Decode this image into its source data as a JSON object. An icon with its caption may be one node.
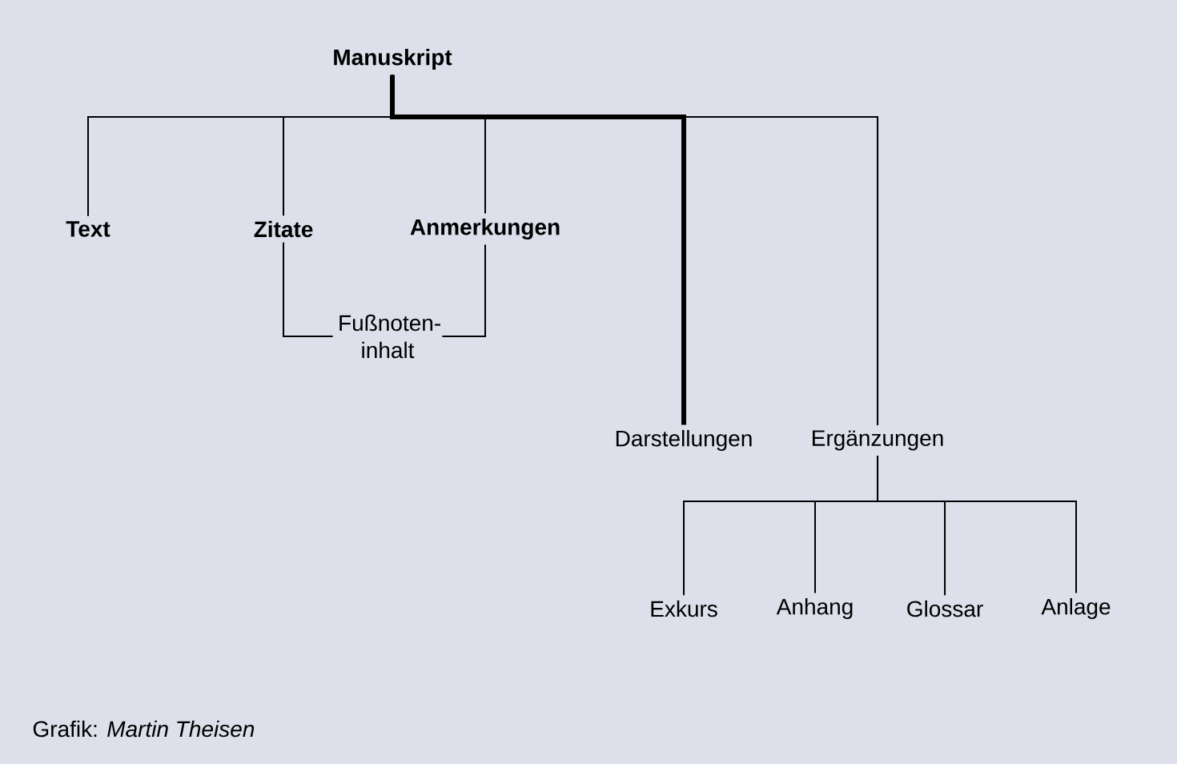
{
  "diagram": {
    "nodes": [
      {
        "text": [
          "Manuskript"
        ]
      },
      {
        "text": [
          "Text"
        ]
      },
      {
        "text": [
          "Zitate"
        ]
      },
      {
        "text": [
          "Anmerkungen"
        ]
      },
      {
        "text": [
          "Fußnoten- inhalt"
        ]
      },
      {
        "text": [
          "Darstellungen"
        ]
      },
      {
        "text": [
          "Ergänzungen"
        ]
      },
      {
        "text": [
          "Exkurs"
        ]
      },
      {
        "text": [
          "Anhang"
        ]
      },
      {
        "text": [
          "Glossar"
        ]
      },
      {
        "text": [
          "Anlage"
        ]
      }
    ],
    "edges": [
      {
        "from": 0,
        "to": 1,
        "arrow": "none"
      },
      {
        "from": 0,
        "to": 2,
        "arrow": "none"
      },
      {
        "from": 0,
        "to": 3,
        "arrow": "none"
      },
      {
        "from": 0,
        "to": 5,
        "arrow": "none",
        "style": "thick"
      },
      {
        "from": 0,
        "to": 6,
        "arrow": "none"
      },
      {
        "from": 2,
        "to": 4,
        "arrow": "none"
      },
      {
        "from": 3,
        "to": 4,
        "arrow": "none"
      },
      {
        "from": 6,
        "to": 7,
        "arrow": "none"
      },
      {
        "from": 6,
        "to": 8,
        "arrow": "none"
      },
      {
        "from": 6,
        "to": 9,
        "arrow": "none"
      },
      {
        "from": 6,
        "to": 10,
        "arrow": "none"
      }
    ],
    "labels": [
      "Grafik: *Martin Theisen*"
    ]
  }
}
